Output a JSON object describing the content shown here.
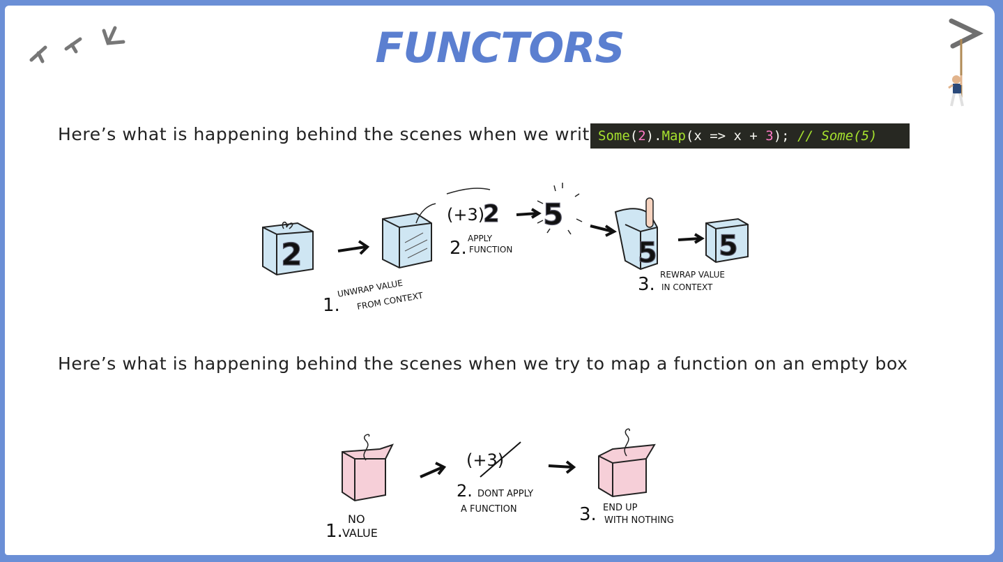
{
  "title": "FUNCTORS",
  "line1": "Here’s what is happening behind the scenes when we write",
  "code": {
    "some": "Some",
    "open1": "(",
    "arg": "2",
    "close1": ").",
    "map": "Map",
    "lambda": "(x => x + ",
    "num": "3",
    "end": ");",
    "comment": " // Some(5)"
  },
  "line2": "Here’s what is happening behind the scenes when we try to map a function on an empty box",
  "diagram_top": {
    "box1_value": "2",
    "step1_num": "1.",
    "step1_line1": "UNWRAP VALUE",
    "step1_line2": "FROM CONTEXT",
    "func_label": "(+3)",
    "func_value": "2",
    "step2_num": "2.",
    "step2_line1": "APPLY",
    "step2_line2": "FUNCTION",
    "result_value": "5",
    "box3_value": "5",
    "box4_value": "5",
    "step3_num": "3.",
    "step3_line1": "REWRAP VALUE",
    "step3_line2": "IN CONTEXT"
  },
  "diagram_bottom": {
    "step1_num": "1.",
    "step1_line1": "NO",
    "step1_line2": "VALUE",
    "func_label": "(+3)",
    "step2_num": "2.",
    "step2_line1": "DONT APPLY",
    "step2_line2": "A FUNCTION",
    "step3_num": "3.",
    "step3_line1": "END UP",
    "step3_line2": "WITH NOTHING"
  },
  "colors": {
    "border": "#6b8fd6",
    "title": "#5b7fd0",
    "box_blue": "#cfe6f3",
    "box_pink": "#f6cfd8",
    "value_yellow": "#e8ee8a"
  }
}
